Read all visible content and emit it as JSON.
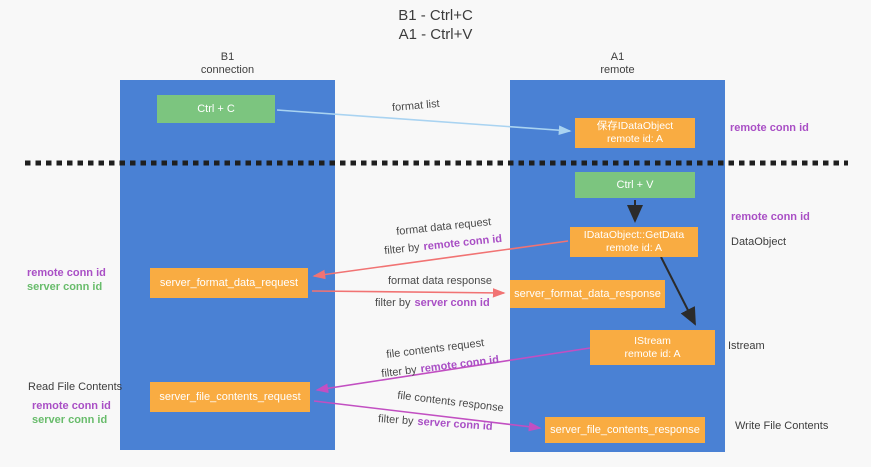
{
  "title": {
    "line1": "B1 - Ctrl+C",
    "line2": "A1 - Ctrl+V"
  },
  "lifelines": {
    "left": {
      "name": "B1",
      "role": "connection"
    },
    "right": {
      "name": "A1",
      "role": "remote"
    }
  },
  "nodes": {
    "ctrl_c": {
      "label": "Ctrl + C"
    },
    "save_dataobject": {
      "line1": "保存IDataObject",
      "line2": "remote id: A"
    },
    "ctrl_v": {
      "label": "Ctrl + V"
    },
    "getdata": {
      "line1": "IDataObject::GetData",
      "line2": "remote id: A"
    },
    "server_format_data_request": {
      "label": "server_format_data_request"
    },
    "server_format_data_response": {
      "label": "server_format_data_response"
    },
    "istream": {
      "line1": "IStream",
      "line2": "remote id: A"
    },
    "server_file_contents_request": {
      "label": "server_file_contents_request"
    },
    "server_file_contents_response": {
      "label": "server_file_contents_response"
    }
  },
  "edge_labels": {
    "format_list": "format list",
    "format_data_request": "format data request",
    "format_data_response": "format data response",
    "file_contents_request": "file contents request",
    "file_contents_response": "file contents response",
    "filter_by": "filter by",
    "remote_conn_id": "remote conn id",
    "server_conn_id": "server conn id"
  },
  "annotations": {
    "remote_conn_id_top": "remote conn id",
    "remote_conn_id_mid": "remote conn id",
    "dataobject": "DataObject",
    "istream": "Istream",
    "write_file_contents": "Write File Contents",
    "read_file_contents": "Read File Contents",
    "left_mid": {
      "remote": "remote conn id",
      "server": "server conn id"
    },
    "left_bottom": {
      "remote": "remote conn id",
      "server": "server conn id"
    }
  },
  "colors": {
    "column_blue": "#4a81d4",
    "box_green": "#7cc57f",
    "box_orange": "#f9ac42",
    "arrow_light_blue": "#a9d3f1",
    "arrow_black": "#2b2b2b",
    "arrow_salmon": "#f17373",
    "arrow_magenta": "#c24fc2",
    "text_purple": "#a94fc5",
    "text_green": "#68bc6b",
    "dashed_line": "#1f1f1f"
  }
}
